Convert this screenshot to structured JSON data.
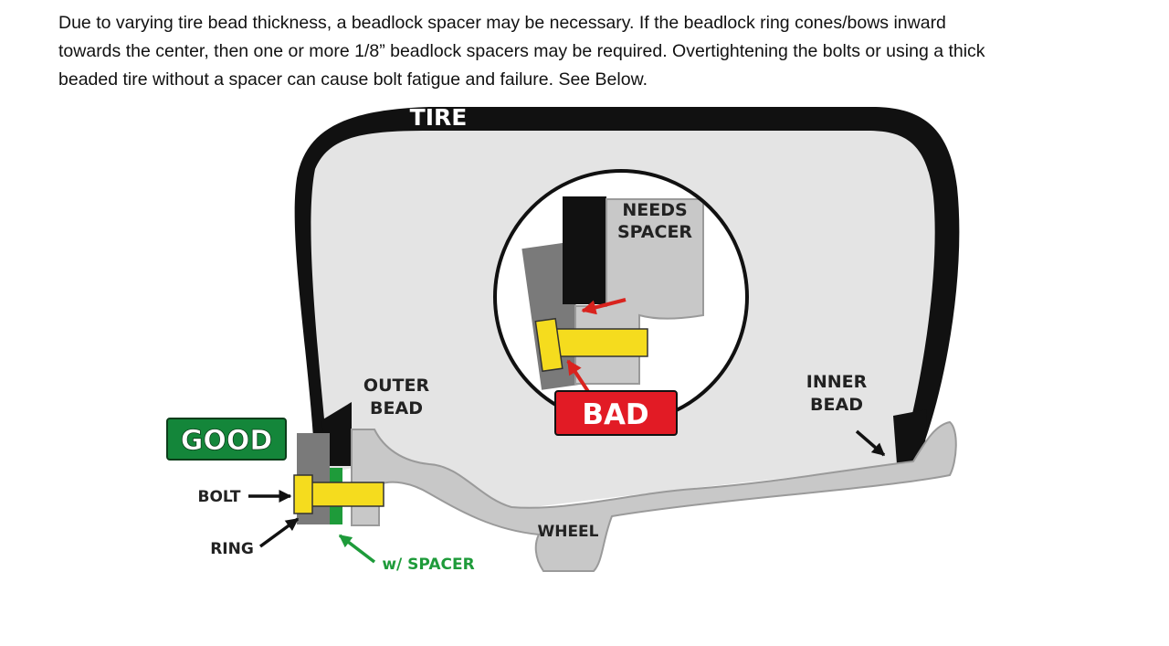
{
  "intro_lines": [
    "Due to varying tire bead thickness, a beadlock spacer may be necessary.  If the beadlock ring cones/bows inward",
    "towards the center, then one or more 1/8” beadlock spacers may be required. Overtightening the bolts or using a thick",
    "beaded tire without a spacer can cause bolt fatigue and failure.  See Below."
  ],
  "labels": {
    "tire": "TIRE",
    "needs_spacer_1": "NEEDS",
    "needs_spacer_2": "SPACER",
    "bad": "BAD",
    "good": "GOOD",
    "outer_bead_1": "OUTER",
    "outer_bead_2": "BEAD",
    "inner_bead_1": "INNER",
    "inner_bead_2": "BEAD",
    "bolt": "BOLT",
    "ring": "RING",
    "wheel": "WHEEL",
    "spacer": "w/ SPACER"
  },
  "colors": {
    "tire": "#111111",
    "wheel": "#c8c8c8",
    "ring": "#7a7a7a",
    "bolt": "#f5dc1e",
    "spacer": "#1e9b3a",
    "good_badge": "#14863a",
    "bad_badge": "#e21b25",
    "arrow_red": "#d9231e"
  }
}
